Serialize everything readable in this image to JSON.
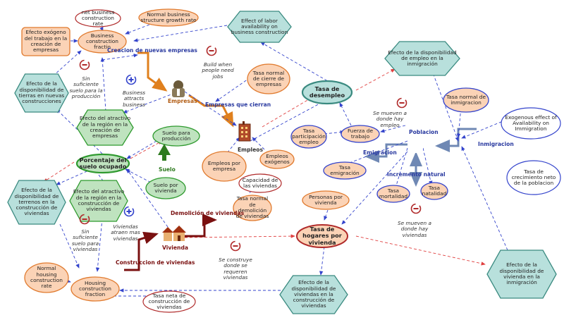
{
  "colors": {
    "peach_fill": "#fbd3b6",
    "peach_stroke": "#e07a2e",
    "green_fill": "#bfe3bf",
    "green_stroke": "#2f9a2f",
    "teal_fill": "#b8e0dc",
    "teal_stroke": "#3a8a80",
    "red_stroke": "#b02a2a",
    "red_arrow": "#e04040",
    "blue_arrow": "#3444cc",
    "orange_pipe": "#e0801e",
    "darkred_pipe": "#7a1010",
    "steel_pipe": "#6f88b4"
  },
  "nodes": [
    {
      "id": "net_business",
      "text": "net business construction rate",
      "shape": "ellipse",
      "style": "white_red"
    },
    {
      "id": "normal_business",
      "text": "Normal business structure growth rate",
      "shape": "ellipse",
      "style": "peach"
    },
    {
      "id": "efecto_exogeno",
      "text": "Efecto exógeno del trabajo en la creación de empresas",
      "shape": "rect",
      "style": "peach"
    },
    {
      "id": "business_fraction",
      "text": "Business construction fractio",
      "shape": "ellipse",
      "style": "peach"
    },
    {
      "id": "effect_labor",
      "text": "Effect of labor availability on business construction",
      "shape": "hex",
      "style": "teal"
    },
    {
      "id": "efecto_tierras_nuevas",
      "text": "Efecto de la disponibilidad de tierras en nuevas construcciones",
      "shape": "hex",
      "style": "teal"
    },
    {
      "id": "tasa_cierre",
      "text": "Tasa normal de cierre de empresas",
      "shape": "ellipse",
      "style": "peach"
    },
    {
      "id": "tasa_desempleo",
      "text": "Tasa de desempleo",
      "shape": "ellipse",
      "style": "bold_teal_border"
    },
    {
      "id": "efecto_empleo_inmig",
      "text": "Efecto de la disponibilidad de empleo en la inmigración",
      "shape": "hex",
      "style": "teal"
    },
    {
      "id": "efecto_atractivo_empresas",
      "text": "Efecto del atractivo de la región en la creación de empresas",
      "shape": "hex",
      "style": "green"
    },
    {
      "id": "tasa_normal_inmig",
      "text": "Tasa normal de inmigracion",
      "shape": "ellipse",
      "style": "peach_blue"
    },
    {
      "id": "exogenous_effect",
      "text": "Exogenous effect of Availability on Immigration",
      "shape": "ellipse",
      "style": "white_blue"
    },
    {
      "id": "tasa_participacion",
      "text": "Tasa participación empleo",
      "shape": "ellipse",
      "style": "peach_blue"
    },
    {
      "id": "fuerza_trabajo",
      "text": "Fuerza de trabajo",
      "shape": "ellipse",
      "style": "peach_blue"
    },
    {
      "id": "suelo_produccion",
      "text": "Suelo para producción",
      "shape": "ellipse",
      "style": "green"
    },
    {
      "id": "porcentaje_suelo",
      "text": "Porcentaje del suelo ocupado",
      "shape": "ellipse",
      "style": "bold_green"
    },
    {
      "id": "empleos_empresa",
      "text": "Empleos por empresa",
      "shape": "ellipse",
      "style": "peach"
    },
    {
      "id": "empleos_exogenos",
      "text": "Empleos exógenos",
      "shape": "ellipse",
      "style": "peach"
    },
    {
      "id": "suelo_vivienda",
      "text": "Suelo por vivienda",
      "shape": "ellipse",
      "style": "green"
    },
    {
      "id": "tasa_emigracion",
      "text": "Tasa emigración",
      "shape": "ellipse",
      "style": "peach_blue"
    },
    {
      "id": "tasa_crecimiento",
      "text": "Tasa de crecimiento neto de la poblacion",
      "shape": "ellipse",
      "style": "white_blue"
    },
    {
      "id": "capacidad_viviendas",
      "text": "Capacidad de las viviendas",
      "shape": "ellipse",
      "style": "white_red"
    },
    {
      "id": "efecto_terrenos_viv",
      "text": "Efecto de la disponibilidad de terrenos en la construcción de viviendas",
      "shape": "hex",
      "style": "teal"
    },
    {
      "id": "efecto_atractivo_viv",
      "text": "Efecto del atractivo de la región en la construcción de viviendas",
      "shape": "hex",
      "style": "green"
    },
    {
      "id": "tasa_mortalidad",
      "text": "Tasa mortalidad",
      "shape": "ellipse",
      "style": "peach_blue"
    },
    {
      "id": "tasa_natalidad",
      "text": "Tasa natalidad",
      "shape": "ellipse",
      "style": "peach_blue"
    },
    {
      "id": "personas_vivienda",
      "text": "Personas por vivienda",
      "shape": "ellipse",
      "style": "peach"
    },
    {
      "id": "tasa_demolicion",
      "text": "Tasa normal de demolición de viviendas",
      "shape": "ellipse",
      "style": "peach"
    },
    {
      "id": "tasa_hogares",
      "text": "Tasa de hogares por vivienda",
      "shape": "ellipse",
      "style": "bold_peach"
    },
    {
      "id": "normal_housing",
      "text": "Normal housing construction rate",
      "shape": "ellipse",
      "style": "peach"
    },
    {
      "id": "housing_fraction",
      "text": "Housing construction fraction",
      "shape": "ellipse",
      "style": "peach"
    },
    {
      "id": "efecto_viviendas_constr",
      "text": "Efecto de la disponibilidad de viviendas en la construcción de viviendas",
      "shape": "hex",
      "style": "teal"
    },
    {
      "id": "efecto_vivienda_inmig",
      "text": "Efecto de la disponibilidad de vivienda en la inmigración",
      "shape": "hex",
      "style": "teal"
    },
    {
      "id": "tasa_neta_viv",
      "text": "Tasa neta de construcción de viviendas",
      "shape": "ellipse",
      "style": "white_red"
    }
  ],
  "stocks": {
    "empresas": "Empresas",
    "empleos": "Empleos",
    "suelo": "Suelo",
    "vivienda": "Vivienda",
    "poblacion": "Poblacion"
  },
  "flows": {
    "creacion_empresas": "Creacion de nuevas empresas",
    "empresas_cierran": "Empresas que cierran",
    "demolicion": "Demolición de viviendas",
    "construccion_viv": "Construccion de viviendas",
    "emigracion": "Emigracion",
    "inmigracion": "Inmigracion",
    "incremento_natural": "Incremento natural"
  },
  "annotations": {
    "sin_suelo_produccion": "Sin suficiente suelo para la producción",
    "business_attracts": "Business attracts business",
    "build_when": "Build when people need jobs",
    "mueven_empleo": "Se mueven a donde hay empleo",
    "viviendas_atraen": "Viviendas atraen mas viviendas",
    "sin_suelo_viviendas": "Sin suficiente suelo para viviendas",
    "construye_donde": "Se construye donde se requeren viviendas",
    "mueven_vivienda": "Se mueven a donde hay viviendas"
  }
}
